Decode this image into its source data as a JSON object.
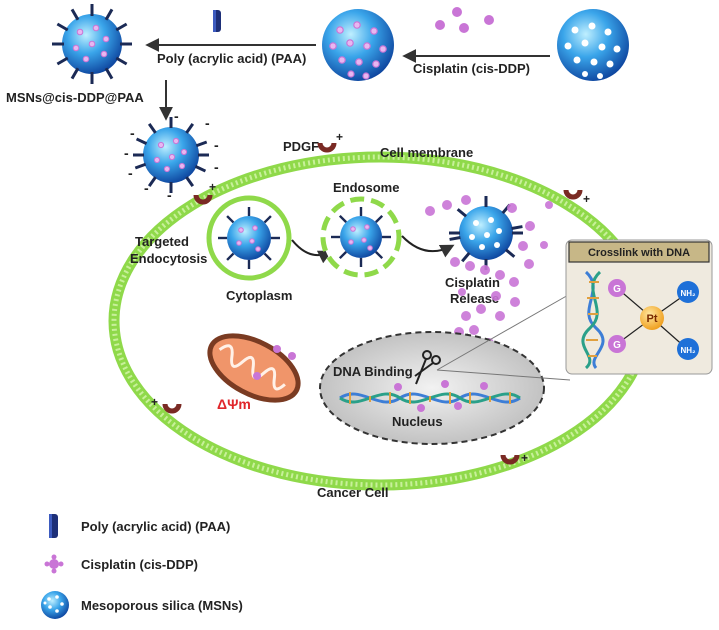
{
  "flow": {
    "paa_arrow_label": "Poly (acrylic acid) (PAA)",
    "cisplatin_arrow_label": "Cisplatin (cis-DDP)",
    "final_particle_label": "MSNs@cis-DDP@PAA"
  },
  "cell": {
    "membrane_label": "Cell membrane",
    "pdgf_label": "PDGF",
    "endosome_label": "Endosome",
    "targeted_endocytosis_label": [
      "Targeted",
      "Endocytosis"
    ],
    "cytoplasm_label": "Cytoplasm",
    "cisplatin_release_label": [
      "Cisplatin",
      "Release"
    ],
    "dna_binding_label": "DNA Binding",
    "nucleus_label": "Nucleus",
    "mito_potential_label": "ΔΨm",
    "cancer_cell_label": "Cancer Cell"
  },
  "crosslink_box": {
    "title": "Crosslink with DNA",
    "center_label": "Pt",
    "guanine_label": "G",
    "amine_label": "NH₂"
  },
  "legend": {
    "items": [
      {
        "icon": "paa-icon",
        "label": "Poly (acrylic acid) (PAA)"
      },
      {
        "icon": "cisplatin-icon",
        "label": "Cisplatin (cis-DDP)"
      },
      {
        "icon": "msn-icon",
        "label": "Mesoporous silica  (MSNs)"
      }
    ]
  },
  "colors": {
    "membrane": "#8fd94a",
    "msn_blue": "#1560c8",
    "cisplatin": "#c975d6",
    "pdgf_receptor": "#7a2a24",
    "mitochondria": "#f0956a",
    "nucleus": "#d6d6d6"
  }
}
